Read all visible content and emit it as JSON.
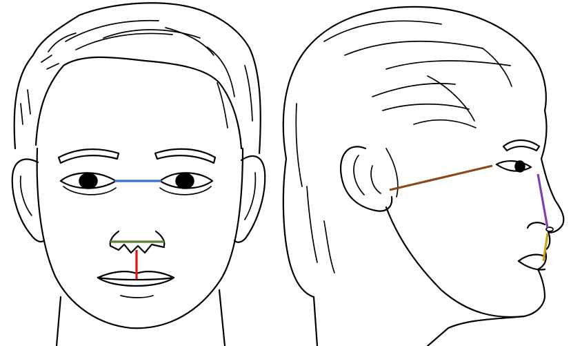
{
  "figure": {
    "views": [
      "frontal",
      "profile"
    ],
    "measurements": [
      {
        "id": "intercanthal-width",
        "view": "frontal",
        "color": "#3b6fc9"
      },
      {
        "id": "alar-width",
        "view": "frontal",
        "color": "#5e7e3a"
      },
      {
        "id": "philtrum-length",
        "view": "frontal",
        "color": "#e01414"
      },
      {
        "id": "tragus-to-eye",
        "view": "profile",
        "color": "#8a4a1c"
      },
      {
        "id": "nasal-dorsum",
        "view": "profile",
        "color": "#7e3fb0"
      },
      {
        "id": "subnasal-to-lip",
        "view": "profile",
        "color": "#c9a21b"
      }
    ]
  }
}
